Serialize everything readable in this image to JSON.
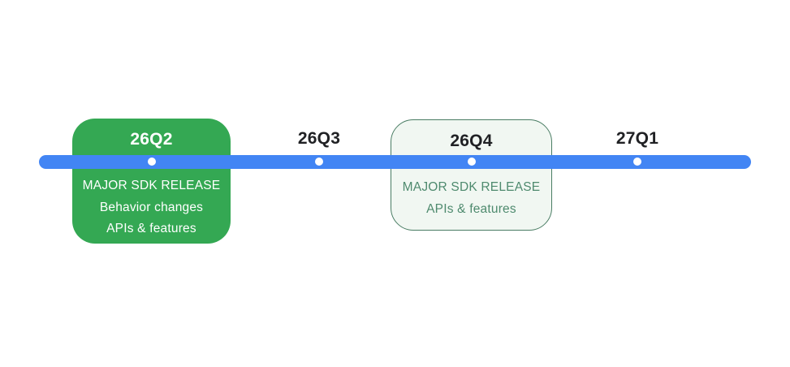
{
  "colors": {
    "bar": "#4285F4",
    "dot": "#FFFFFF",
    "card_filled_bg": "#34A853",
    "card_filled_text": "#FFFFFF",
    "card_outlined_bg": "#F1F7F2",
    "card_outlined_border": "#4A7D64",
    "card_outlined_text": "#4E8A6E",
    "label_text": "#202124"
  },
  "timeline": {
    "milestones": [
      {
        "label": "26Q2",
        "card": {
          "style": "filled",
          "lines": [
            "MAJOR SDK RELEASE",
            "Behavior changes",
            "APIs & features"
          ]
        }
      },
      {
        "label": "26Q3",
        "card": null
      },
      {
        "label": "26Q4",
        "card": {
          "style": "outlined",
          "lines": [
            "MAJOR SDK RELEASE",
            "APIs & features"
          ]
        }
      },
      {
        "label": "27Q1",
        "card": null
      }
    ]
  }
}
